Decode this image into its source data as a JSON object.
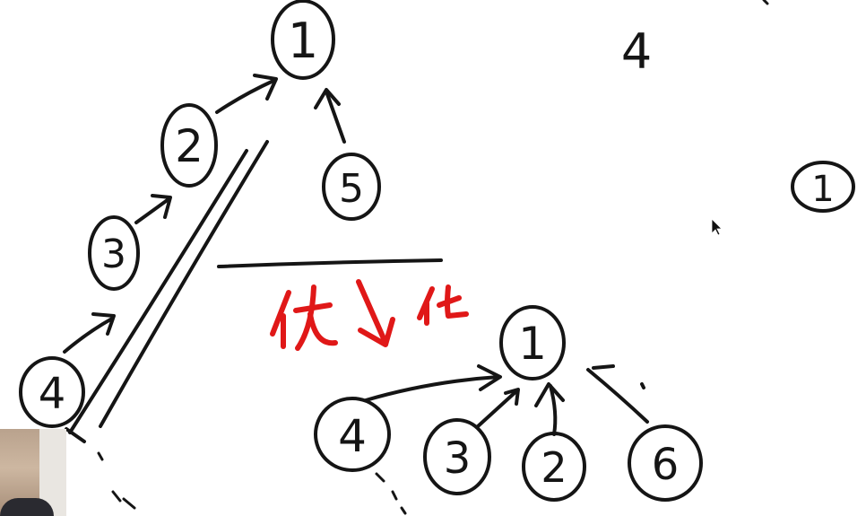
{
  "upper_tree": {
    "nodes": [
      "1",
      "2",
      "3",
      "4",
      "5"
    ]
  },
  "lower_tree": {
    "nodes": [
      "1",
      "4",
      "3",
      "2",
      "6"
    ]
  },
  "floating_labels": {
    "four": "4",
    "circled_one": "1"
  },
  "annotation": {
    "left_text": "优",
    "right_text": "化"
  },
  "colors": {
    "ink": "#151515",
    "annotation": "#e01818",
    "background": "#ffffff"
  }
}
